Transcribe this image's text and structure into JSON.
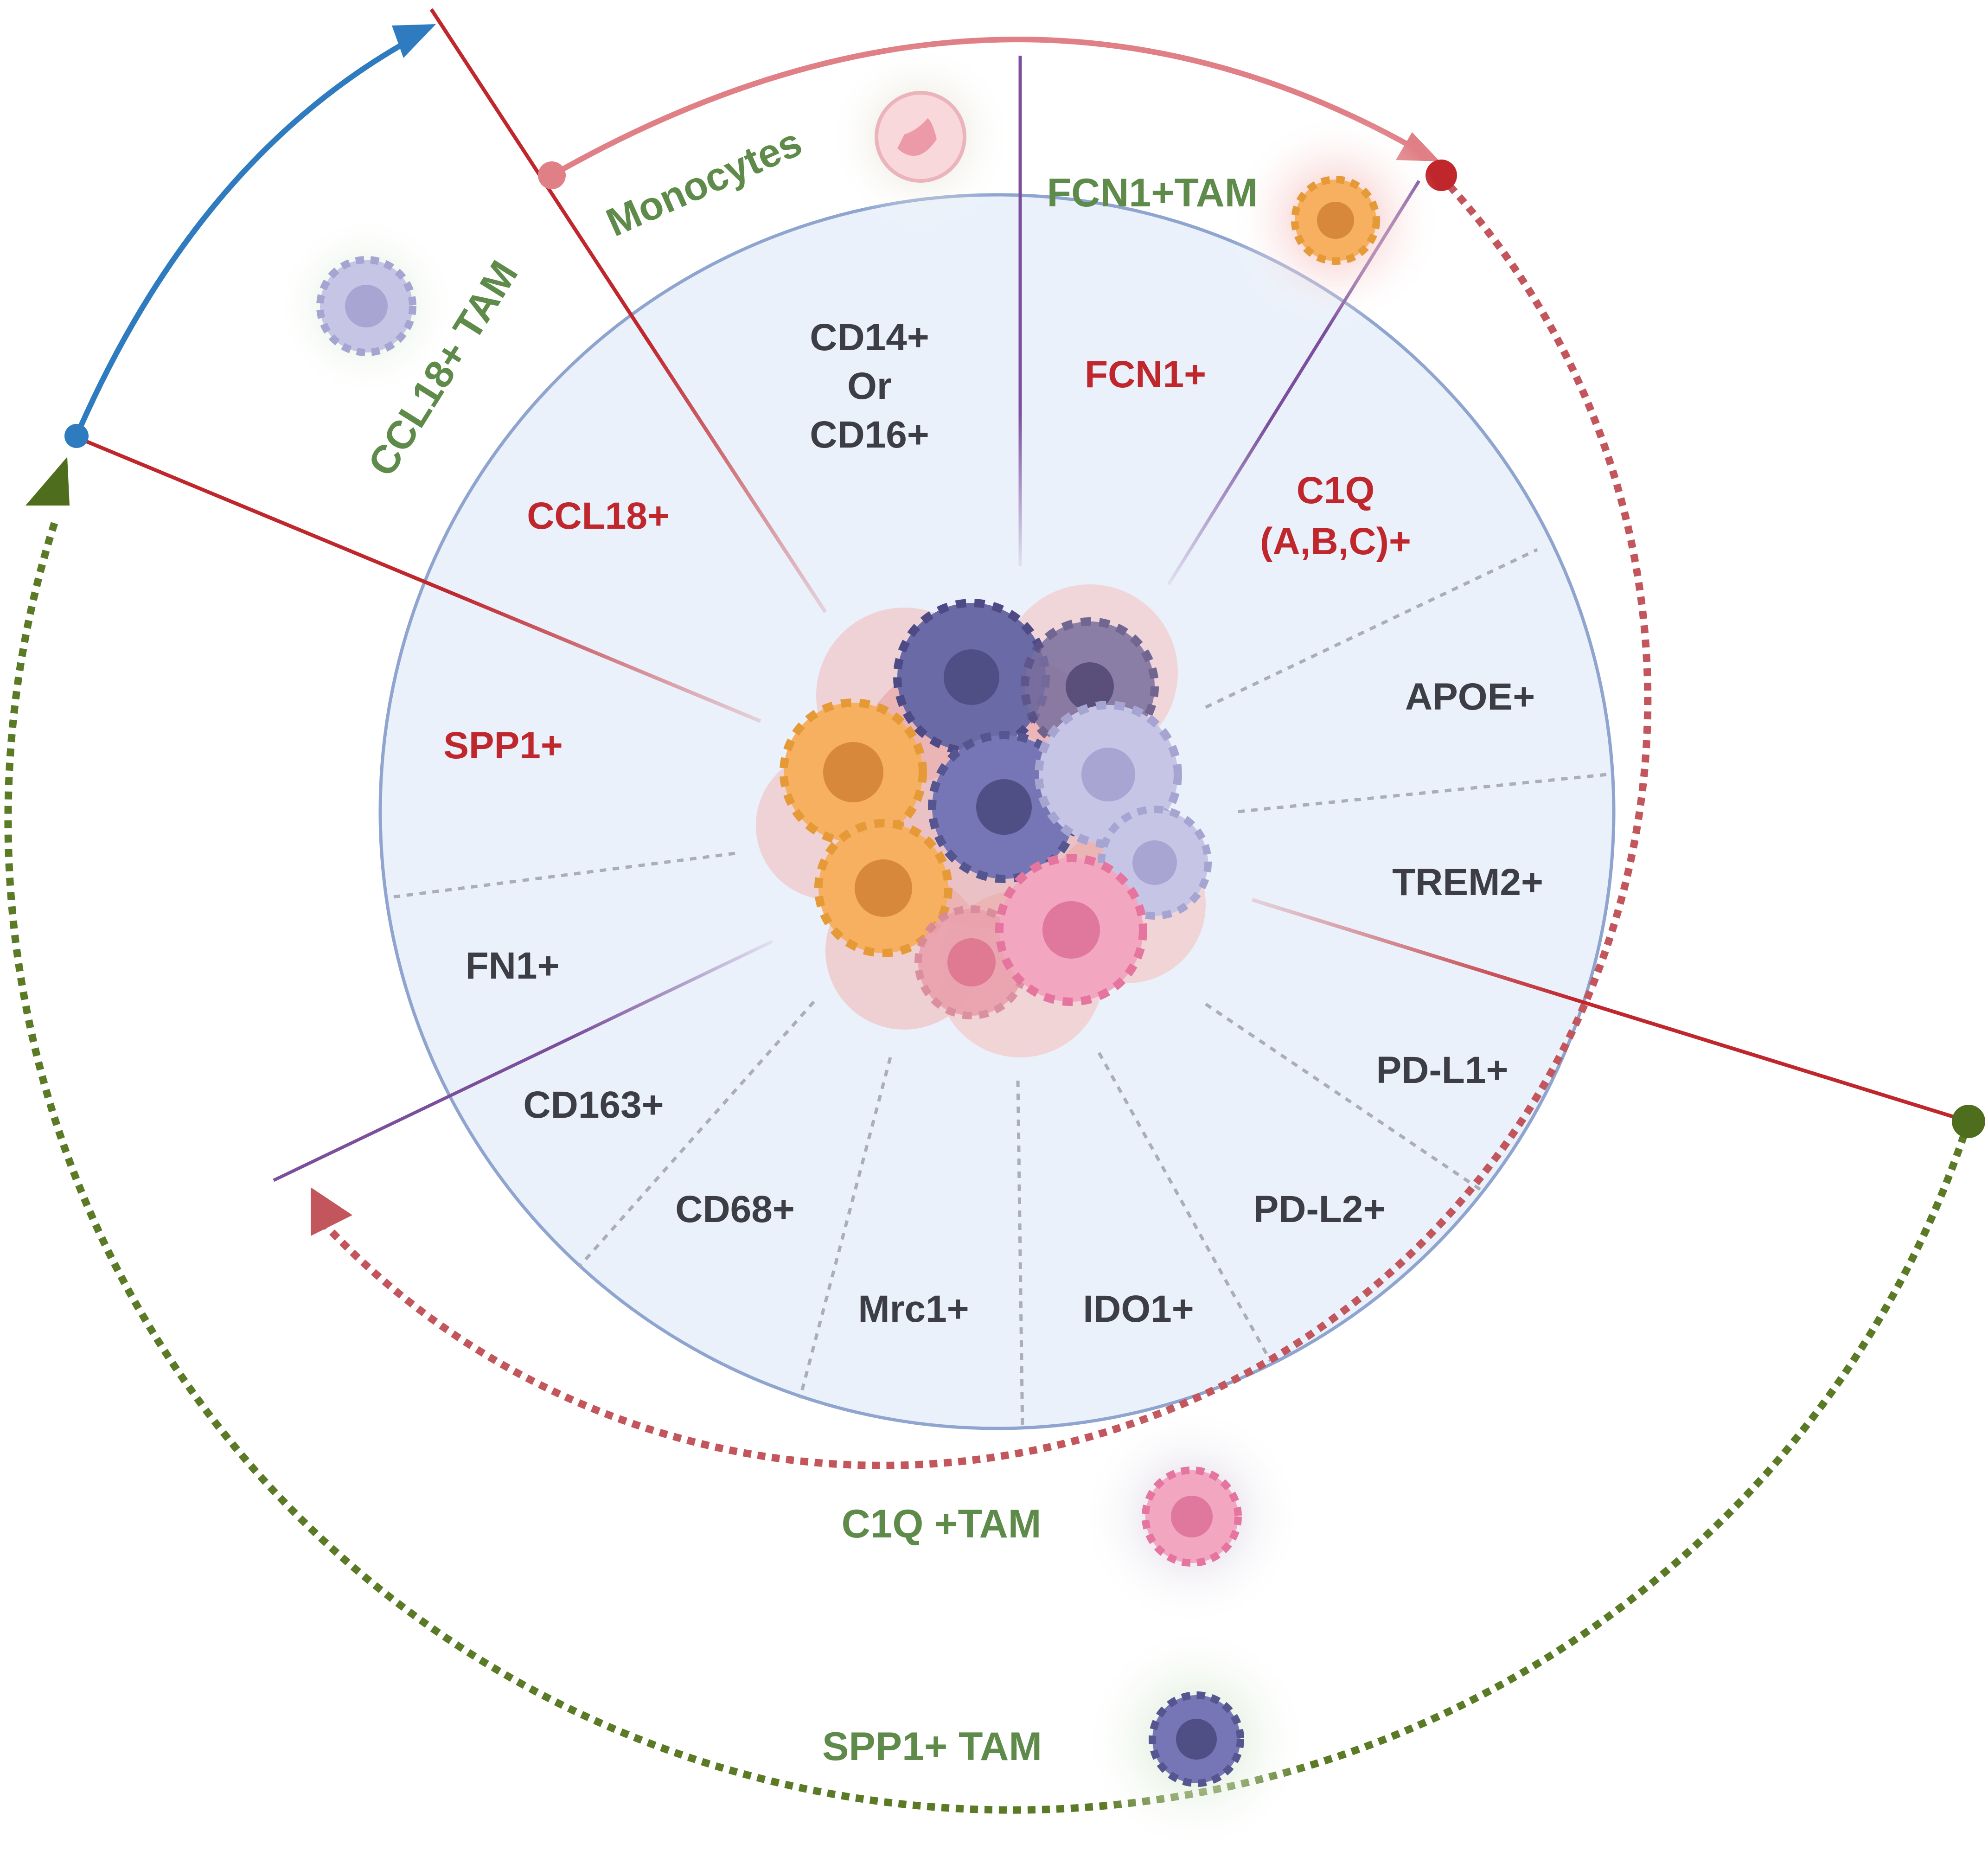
{
  "colors": {
    "panel_fill": "#eaf1fb",
    "panel_stroke": "#8fa5cf",
    "red_line": "#c0272d",
    "purple_line": "#7b4f9b",
    "blue_arrow": "#2f7bbf",
    "pink_arrow": "#e07f86",
    "green_dotted": "#5a7a25",
    "red_dotted": "#c2565c",
    "label_dark": "#3d3d45",
    "label_red": "#c0272d",
    "label_green": "#5e8a4a"
  },
  "markers": {
    "center_labels": [
      "CD14+",
      "Or",
      "CD16+"
    ],
    "fcn1": "FCN1+",
    "c1q_line1": "C1Q",
    "c1q_line2": "(A,B,C)+",
    "apoe": "APOE+",
    "trem2": "TREM2+",
    "pdl1": "PD-L1+",
    "pdl2": "PD-L2+",
    "ido1": "IDO1+",
    "mrc1": "Mrc1+",
    "cd68": "CD68+",
    "cd163": "CD163+",
    "fn1": "FN1+",
    "spp1": "SPP1+",
    "ccl18": "CCL18+"
  },
  "populations": {
    "monocytes": "Monocytes",
    "fcn1_tam": "FCN1+TAM",
    "ccl18_tam": "CCL18+ TAM",
    "c1q_tam": "C1Q +TAM",
    "spp1_tam": "SPP1+ TAM"
  },
  "icons": {
    "monocyte": "monocyte-cell-icon",
    "fcn1_tam": "orange-macrophage-icon",
    "ccl18_tam": "lavender-macrophage-icon",
    "c1q_tam": "pink-macrophage-icon",
    "spp1_tam": "purple-macrophage-icon",
    "cluster": "tumor-macrophage-cluster-icon"
  }
}
